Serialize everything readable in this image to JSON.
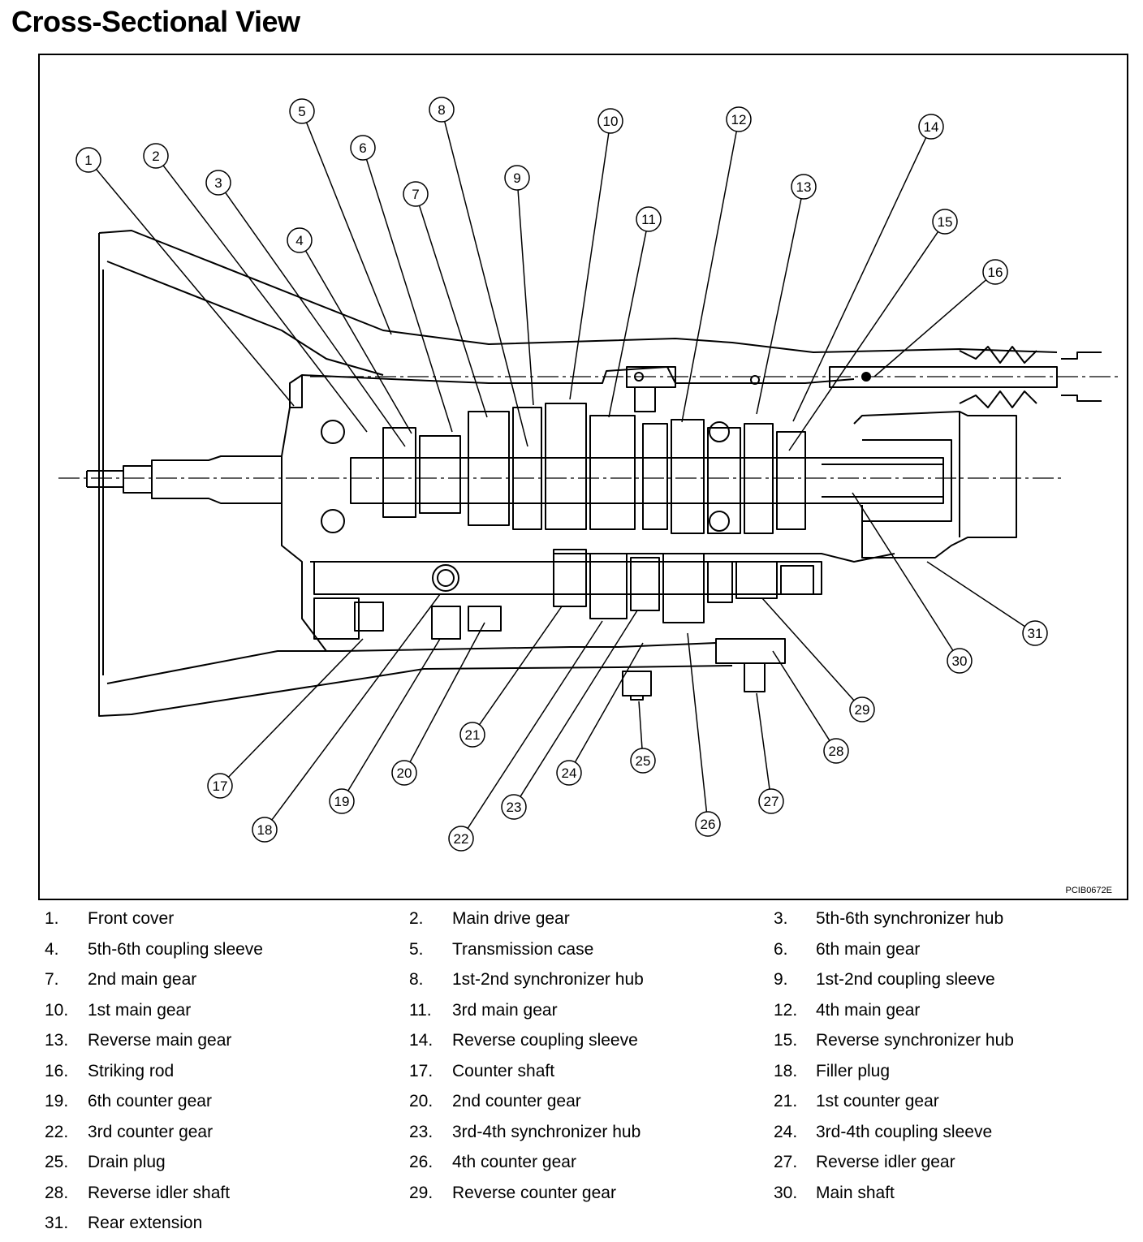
{
  "title": "Cross-Sectional View",
  "figure_code": "PCIB0672E",
  "callouts": [
    "1",
    "2",
    "3",
    "4",
    "5",
    "6",
    "7",
    "8",
    "9",
    "10",
    "11",
    "12",
    "13",
    "14",
    "15",
    "16",
    "17",
    "18",
    "19",
    "20",
    "21",
    "22",
    "23",
    "24",
    "25",
    "26",
    "27",
    "28",
    "29",
    "30",
    "31"
  ],
  "legend": [
    {
      "num": "1.",
      "label": "Front cover"
    },
    {
      "num": "2.",
      "label": "Main drive gear"
    },
    {
      "num": "3.",
      "label": "5th-6th synchronizer hub"
    },
    {
      "num": "4.",
      "label": "5th-6th coupling sleeve"
    },
    {
      "num": "5.",
      "label": "Transmission case"
    },
    {
      "num": "6.",
      "label": "6th main gear"
    },
    {
      "num": "7.",
      "label": "2nd main gear"
    },
    {
      "num": "8.",
      "label": "1st-2nd synchronizer hub"
    },
    {
      "num": "9.",
      "label": "1st-2nd coupling sleeve"
    },
    {
      "num": "10.",
      "label": "1st main gear"
    },
    {
      "num": "11.",
      "label": "3rd main gear"
    },
    {
      "num": "12.",
      "label": "4th main gear"
    },
    {
      "num": "13.",
      "label": "Reverse main gear"
    },
    {
      "num": "14.",
      "label": "Reverse coupling sleeve"
    },
    {
      "num": "15.",
      "label": "Reverse synchronizer hub"
    },
    {
      "num": "16.",
      "label": "Striking  rod"
    },
    {
      "num": "17.",
      "label": "Counter shaft"
    },
    {
      "num": "18.",
      "label": "Filler plug"
    },
    {
      "num": "19.",
      "label": "6th counter gear"
    },
    {
      "num": "20.",
      "label": "2nd counter gear"
    },
    {
      "num": "21.",
      "label": "1st counter gear"
    },
    {
      "num": "22.",
      "label": "3rd counter gear"
    },
    {
      "num": "23.",
      "label": "3rd-4th synchronizer hub"
    },
    {
      "num": "24.",
      "label": "3rd-4th coupling sleeve"
    },
    {
      "num": "25.",
      "label": "Drain plug"
    },
    {
      "num": "26.",
      "label": "4th counter gear"
    },
    {
      "num": "27.",
      "label": "Reverse idler gear"
    },
    {
      "num": "28.",
      "label": "Reverse idler shaft"
    },
    {
      "num": "29.",
      "label": "Reverse counter gear"
    },
    {
      "num": "30.",
      "label": "Main shaft"
    },
    {
      "num": "31.",
      "label": "Rear extension"
    }
  ]
}
